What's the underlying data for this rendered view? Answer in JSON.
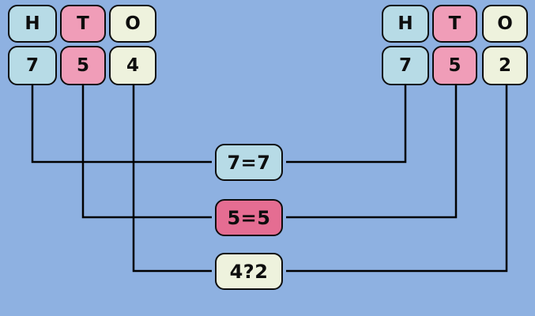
{
  "colors": {
    "background": "#8EB1E1",
    "hundreds_fill": "#B7DBE6",
    "tens_fill": "#F09DB8",
    "ones_fill": "#EEF2DD",
    "tens_compare_fill": "#E56D92",
    "line": "#000000"
  },
  "place_labels": {
    "hundreds": "H",
    "tens": "T",
    "ones": "O"
  },
  "left_number": {
    "hundreds": "7",
    "tens": "5",
    "ones": "4"
  },
  "right_number": {
    "hundreds": "7",
    "tens": "5",
    "ones": "2"
  },
  "comparisons": {
    "hundreds": "7=7",
    "tens": "5=5",
    "ones": "4?2"
  }
}
